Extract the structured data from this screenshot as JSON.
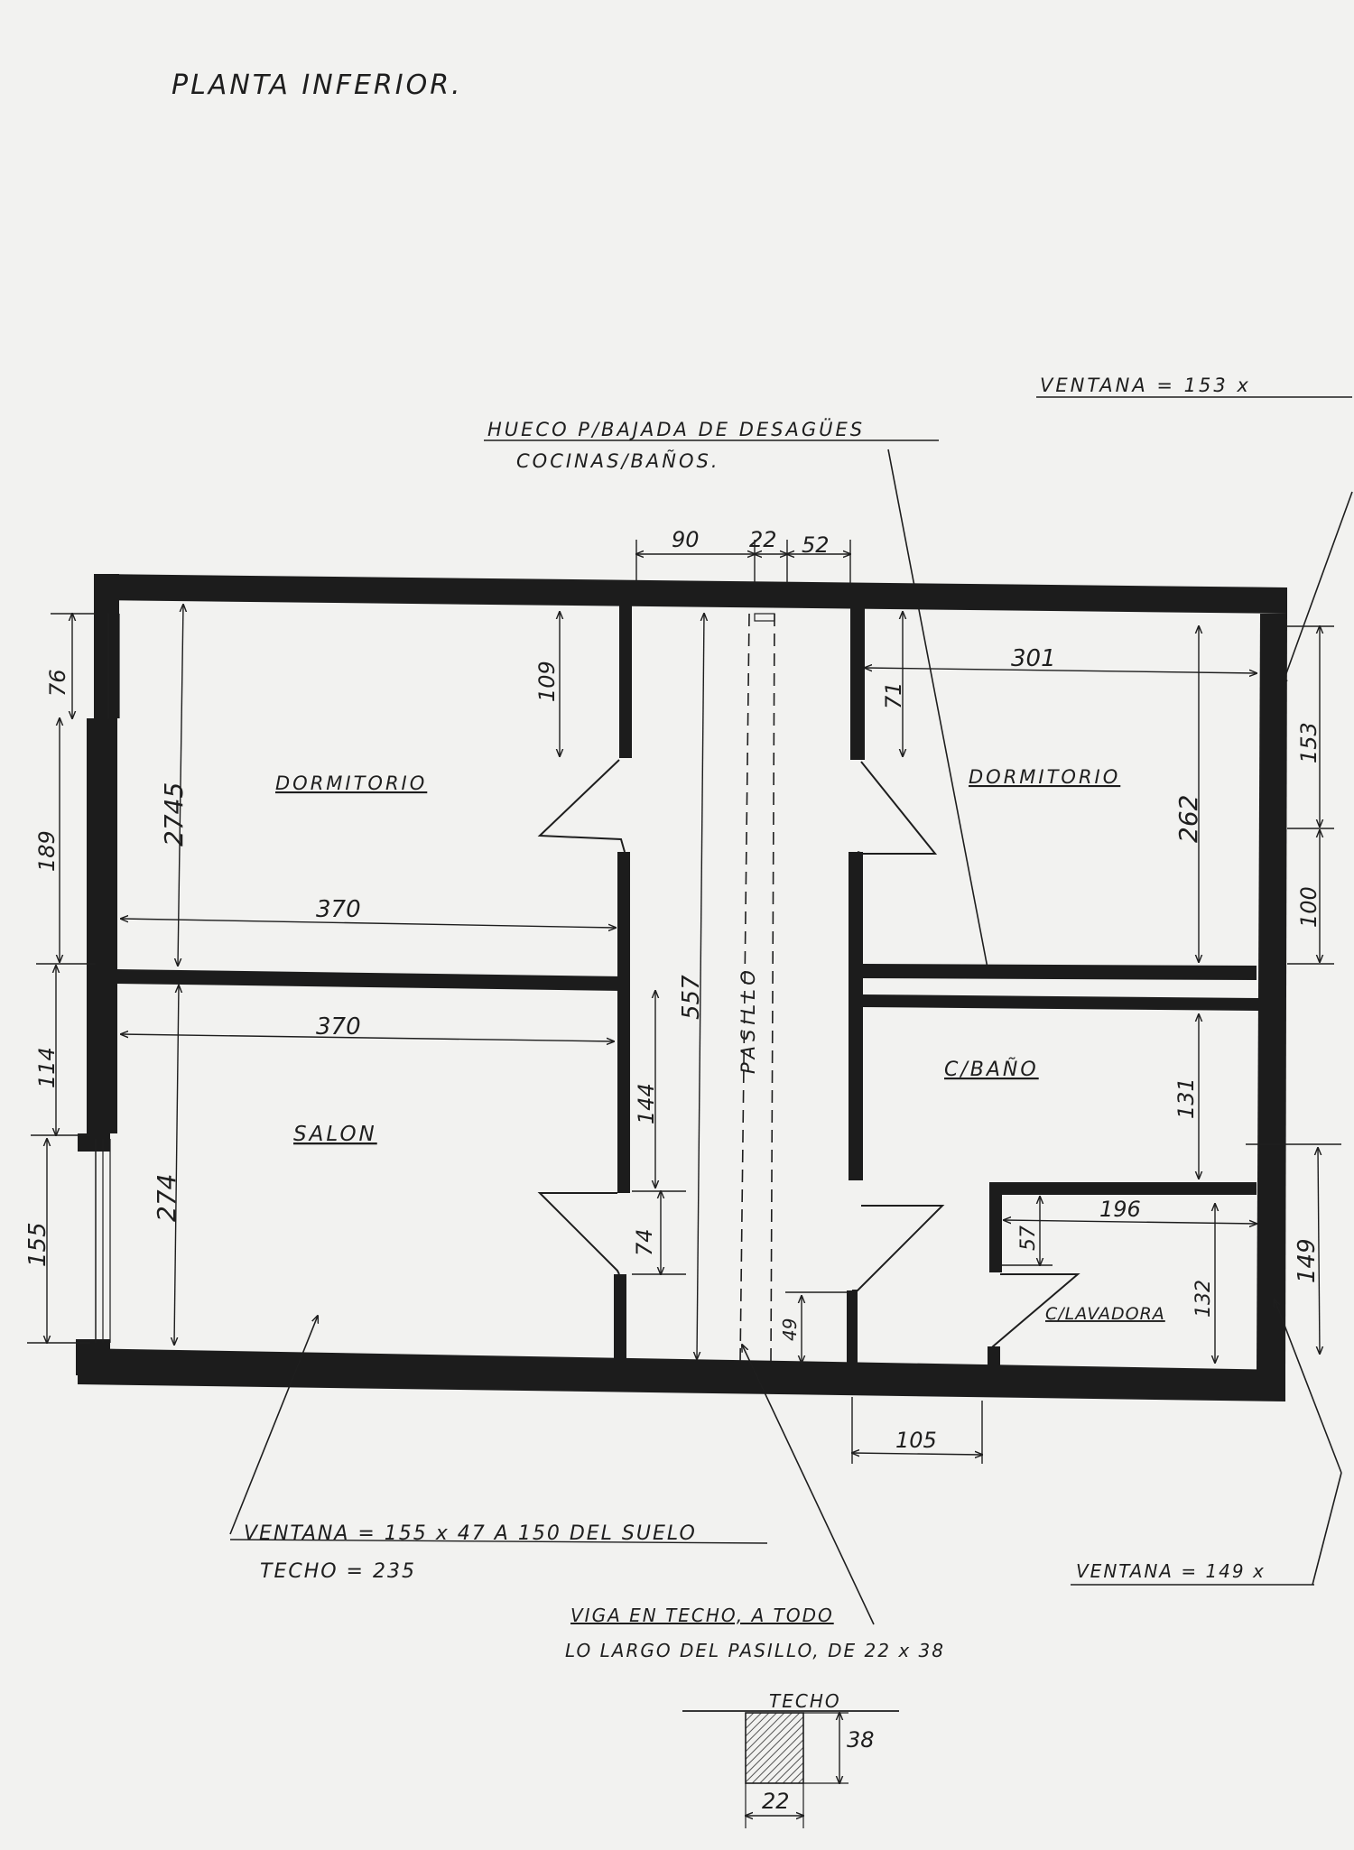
{
  "title": "PLANTA INFERIOR.",
  "labels": {
    "hueco_line1": "HUECO P/BAJADA DE DESAGÜES",
    "hueco_line2": "COCINAS/BAÑOS.",
    "ventana_top": "VENTANA = 153 x",
    "ventana_bottom_right": "VENTANA = 149 x",
    "ventana_salon": "VENTANA = 155 x 47 A 150 DEL SUELO",
    "techo_height": "TECHO = 235",
    "viga_line1": "VIGA EN TECHO, A TODO",
    "viga_line2": "LO LARGO DEL PASILLO, DE 22 x 38",
    "detail_techo": "TECHO",
    "detail_38": "38",
    "detail_22": "22"
  },
  "rooms": {
    "dormitorio_left": "DORMITORIO",
    "dormitorio_right": "DORMITORIO",
    "salon": "SALON",
    "pasillo": "PASILLO",
    "bano": "C/BAÑO",
    "lavadora": "C/LAVADORA"
  },
  "dimensions": {
    "top_90": "90",
    "top_22": "22",
    "top_52": "52",
    "left_76": "76",
    "left_189": "189",
    "left_114": "114",
    "left_155": "155",
    "d_2745": "2745",
    "d_109": "109",
    "d_370_upper": "370",
    "d_370_lower": "370",
    "d_274": "274",
    "d_144": "144",
    "d_74": "74",
    "d_557": "557",
    "d_49": "49",
    "d_71": "71",
    "d_301": "301",
    "d_262": "262",
    "d_131": "131",
    "d_196": "196",
    "d_57": "57",
    "d_132": "132",
    "d_105": "105",
    "right_153": "153",
    "right_100": "100",
    "right_149": "149"
  }
}
